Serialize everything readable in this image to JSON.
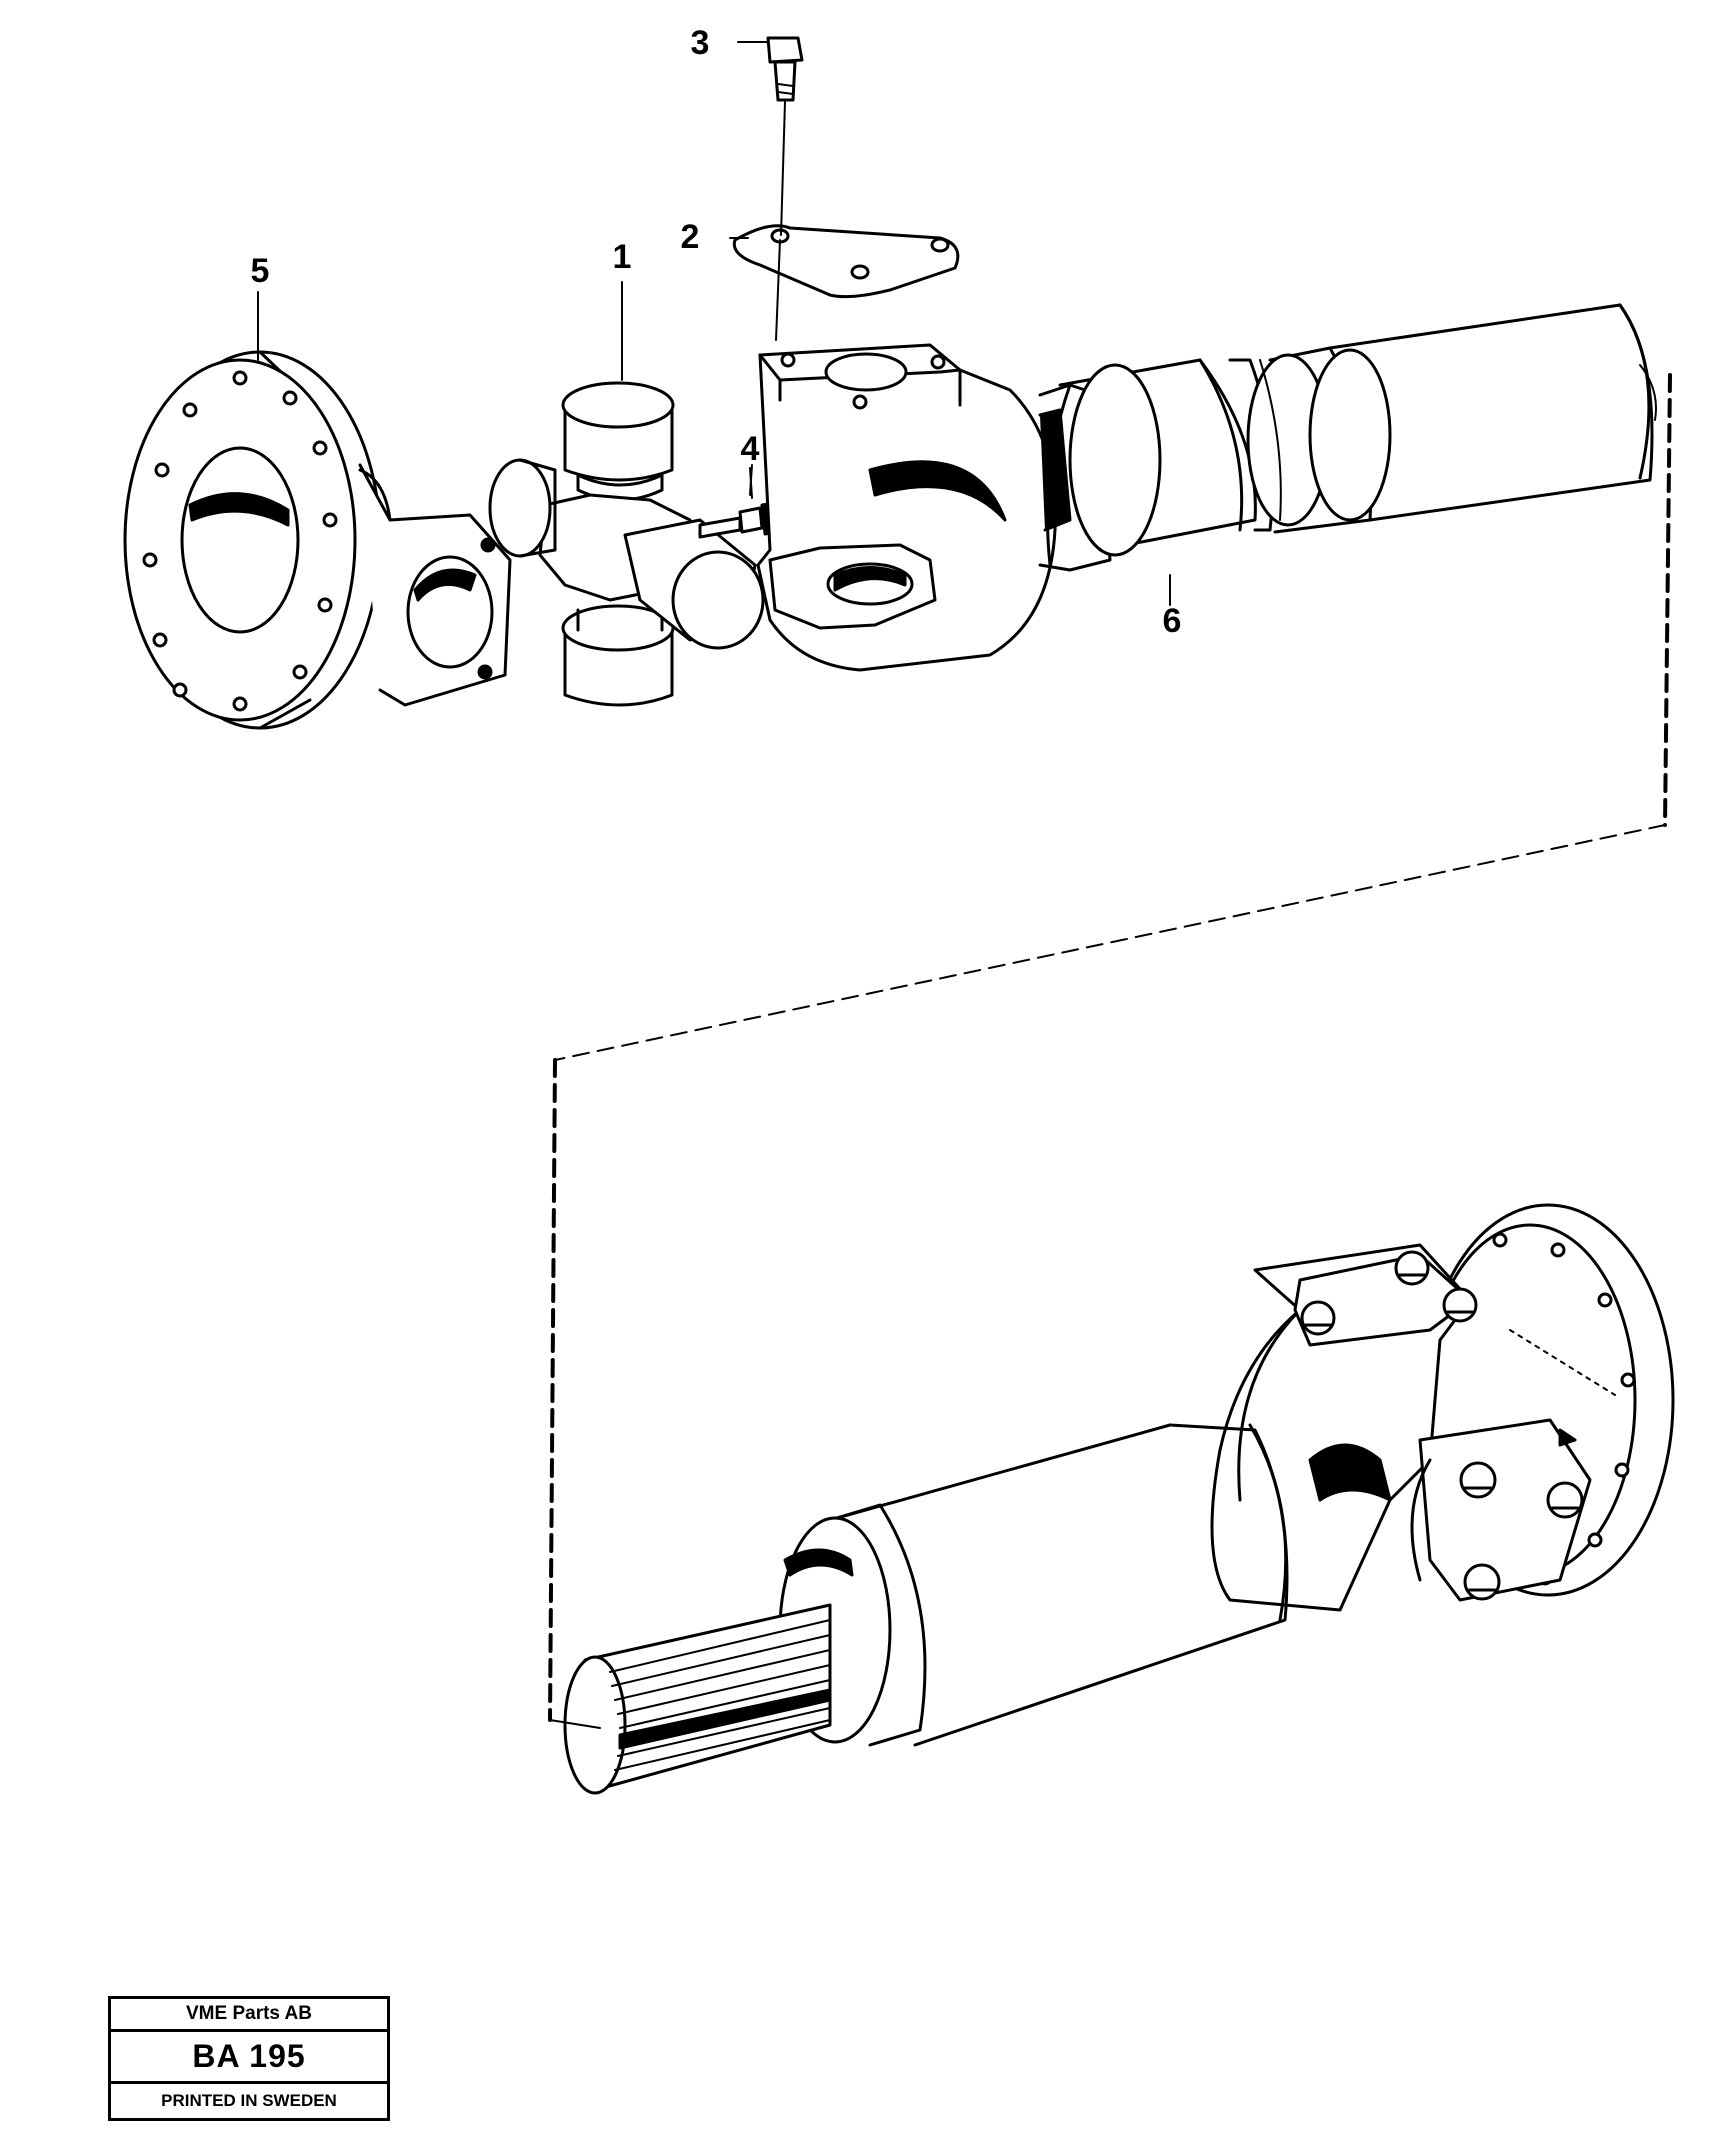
{
  "callouts": [
    {
      "id": "1",
      "label": "1"
    },
    {
      "id": "2",
      "label": "2"
    },
    {
      "id": "3",
      "label": "3"
    },
    {
      "id": "4",
      "label": "4"
    },
    {
      "id": "5",
      "label": "5"
    },
    {
      "id": "6",
      "label": "6"
    }
  ],
  "title_block": {
    "company": "VME Parts AB",
    "code": "BA 195",
    "footer": "PRINTED IN SWEDEN"
  }
}
